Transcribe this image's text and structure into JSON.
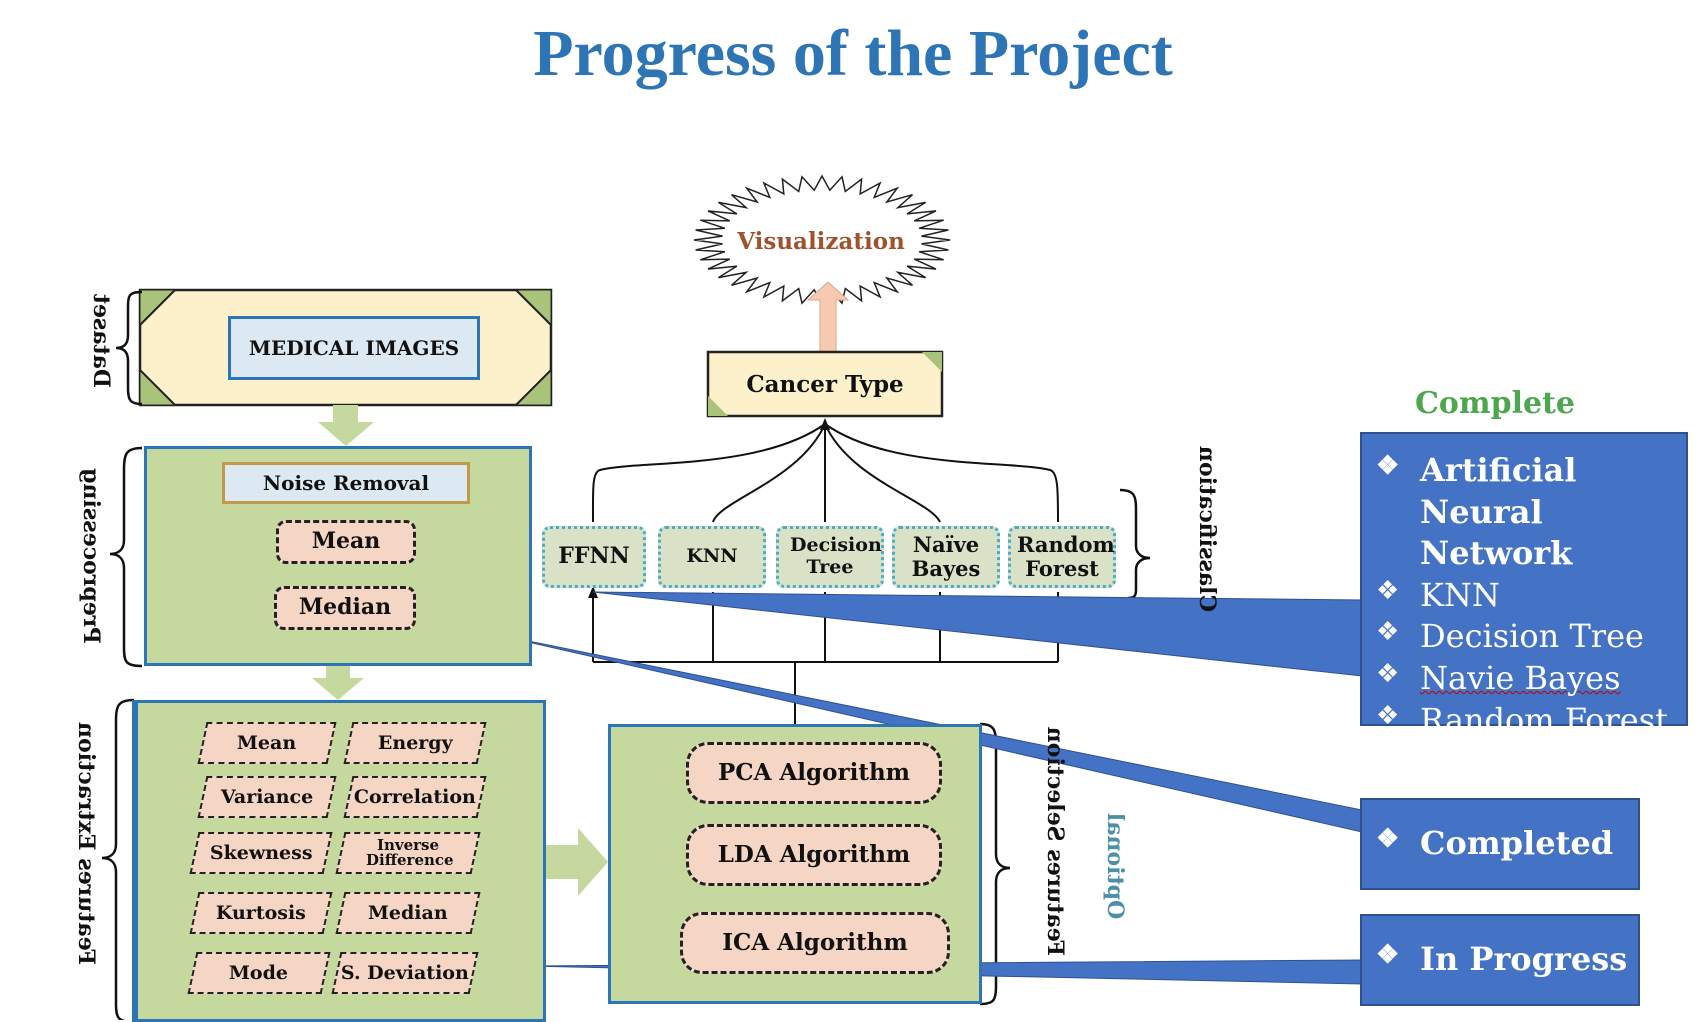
{
  "title": "Progress of the Project",
  "diagram": {
    "visualization": "Visualization",
    "cancer_type": "Cancer Type",
    "dataset": {
      "label": "Dataset",
      "item": "MEDICAL IMAGES"
    },
    "preprocessing": {
      "label": "Preprocessing",
      "header": "Noise Removal",
      "items": [
        "Mean",
        "Median"
      ]
    },
    "feature_extraction": {
      "label": "Features Extraction",
      "items": [
        "Mean",
        "Energy",
        "Variance",
        "Correlation",
        "Skewness",
        "Inverse Difference",
        "Kurtosis",
        "Median",
        "Mode",
        "S. Deviation"
      ]
    },
    "feature_selection": {
      "label": "Features Selection",
      "optional": "Optional",
      "items": [
        "PCA Algorithm",
        "LDA Algorithm",
        "ICA Algorithm"
      ]
    },
    "classification": {
      "label": "Classification",
      "items": [
        "FFNN",
        "KNN",
        "Decision Tree",
        "Naïve Bayes",
        "Random Forest"
      ]
    }
  },
  "callouts": {
    "complete_heading": "Complete",
    "complete_items": [
      "Artificial Neural Network",
      "KNN",
      "Decision Tree",
      "Navie Bayes",
      "Random Forest"
    ],
    "completed": "Completed",
    "in_progress": "In Progress",
    "bullet_glyph": "❖"
  },
  "colors": {
    "title": "#2e75b6",
    "callout_fill": "#4472c4",
    "complete_heading": "#4ea74e",
    "panel_green": "#c5d89d",
    "pink": "#f5d5c3",
    "dataset_fill": "#fcf1cb",
    "visualization_text": "#a0522d",
    "optional_text": "#4b8fa8"
  }
}
